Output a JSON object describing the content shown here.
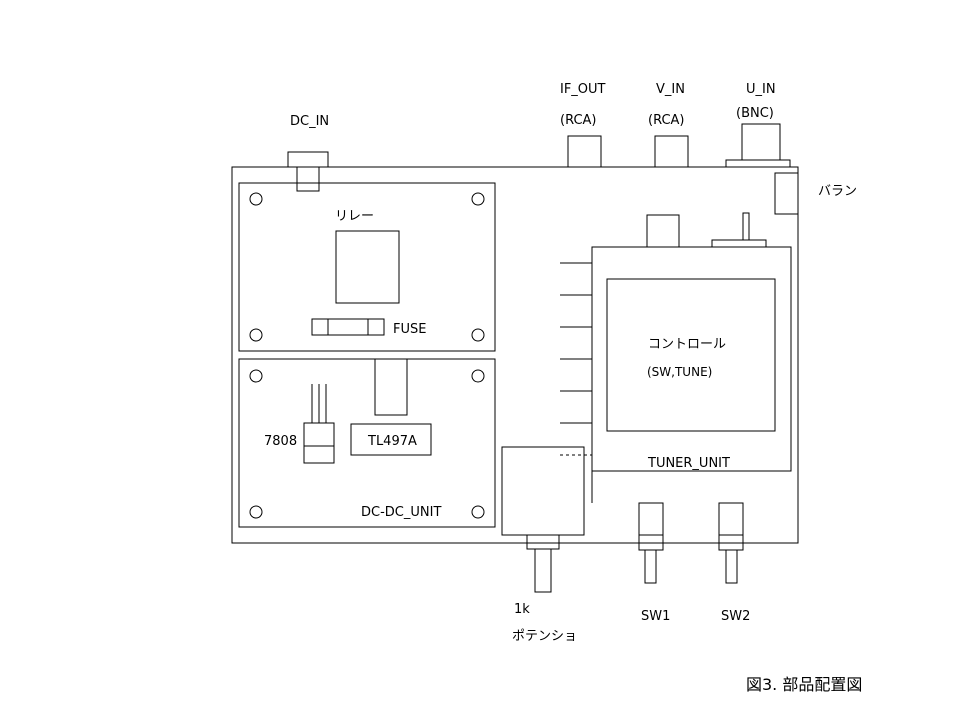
{
  "labels": {
    "dc_in": "DC_IN",
    "if_out": "IF_OUT",
    "if_out_type": "(RCA)",
    "v_in": "V_IN",
    "v_in_type": "(RCA)",
    "u_in": "U_IN",
    "u_in_type": "(BNC)",
    "balun": "バラン",
    "relay": "リレー",
    "fuse": "FUSE",
    "regulator": "7808",
    "tl497a": "TL497A",
    "dcdc_unit": "DC-DC_UNIT",
    "control": "コントロール",
    "control_sub": "(SW,TUNE)",
    "tuner_unit": "TUNER_UNIT",
    "pot_value": "1k",
    "pot_name": "ポテンショ",
    "sw1": "SW1",
    "sw2": "SW2"
  },
  "caption": "図3. 部品配置図"
}
